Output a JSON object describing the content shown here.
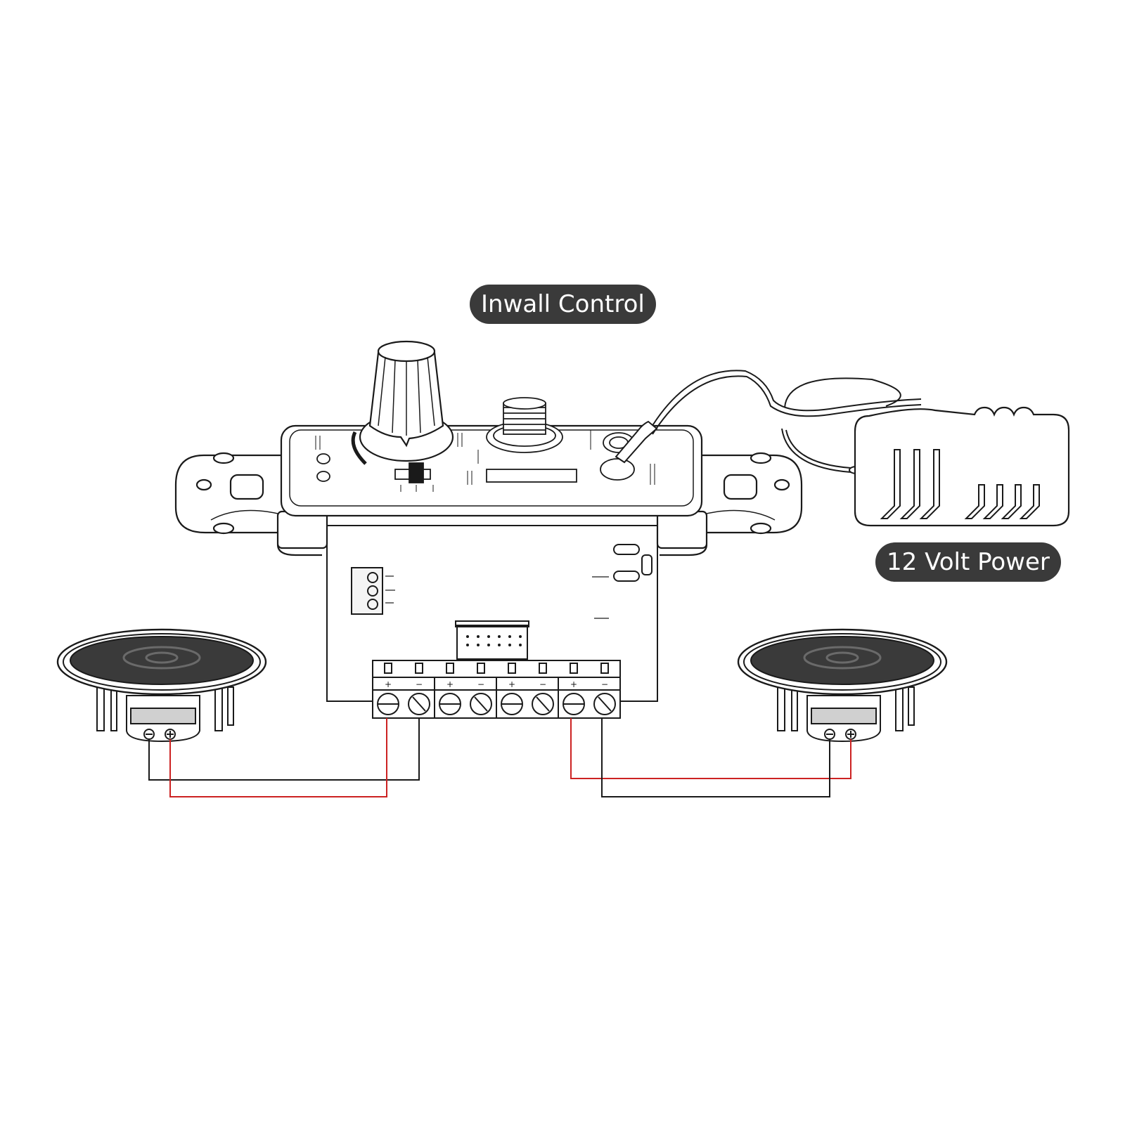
{
  "labels": {
    "inwall_control": "Inwall Control",
    "volt_power": "12 Volt Power"
  },
  "terminal_block": {
    "positive_mark": "+",
    "negative_mark": "−",
    "channel_count": 4
  },
  "colors": {
    "label_background": "#3a3a3a",
    "label_text": "#ffffff",
    "line_art": "#1a1a1a",
    "positive_wire": "#cc2222",
    "negative_wire": "#1a1a1a"
  }
}
